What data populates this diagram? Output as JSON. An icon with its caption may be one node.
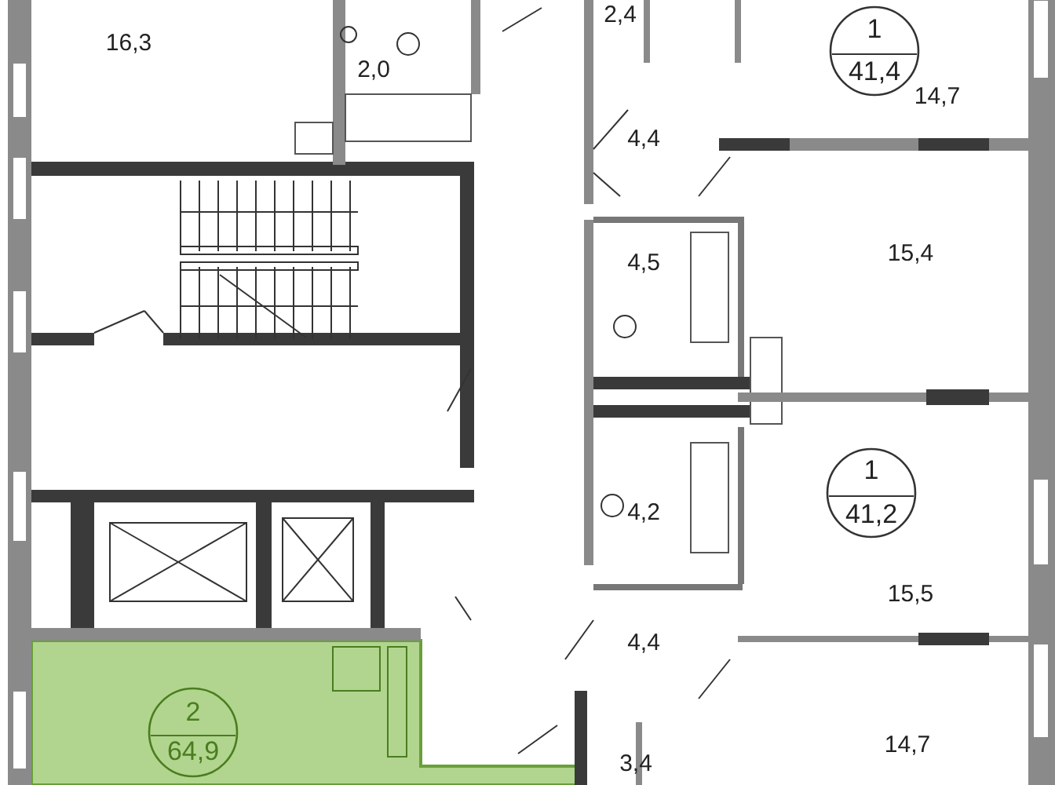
{
  "diagram": {
    "labels": [
      "2,4",
      "1",
      "16,3",
      "41,4",
      "2,0",
      "14,7",
      "4,4",
      "4,5",
      "15,4",
      "1",
      "4,2",
      "41,2",
      "15,5",
      "4,4",
      "2",
      "64,9",
      "14,7",
      "3,4"
    ]
  }
}
